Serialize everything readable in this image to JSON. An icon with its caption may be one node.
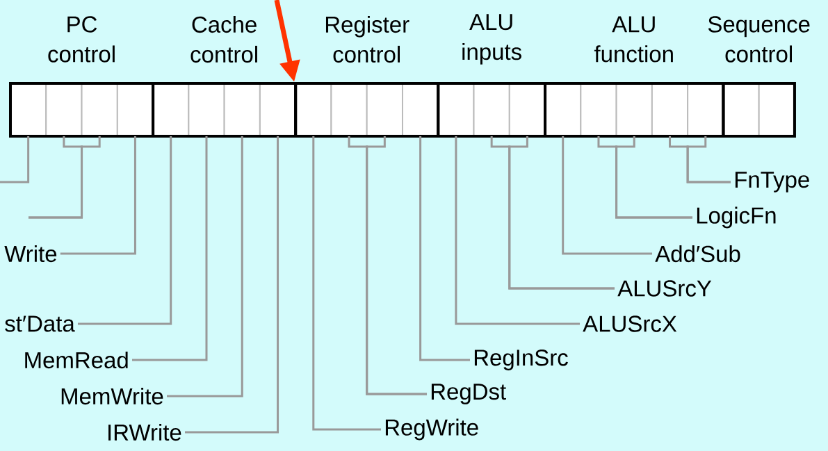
{
  "diagram": {
    "nodes": [
      {
        "text": [
          "PC control"
        ]
      },
      {
        "text": [],
        "shape": "box",
        "in": 0
      },
      {
        "text": [],
        "shape": "box",
        "in": 0
      },
      {
        "text": [],
        "shape": "box",
        "in": 0
      },
      {
        "text": [],
        "shape": "box",
        "in": 0
      },
      {
        "text": [
          "Cache control"
        ]
      },
      {
        "text": [],
        "shape": "box",
        "in": 5
      },
      {
        "text": [],
        "shape": "box",
        "in": 5
      },
      {
        "text": [],
        "shape": "box",
        "in": 5
      },
      {
        "text": [],
        "shape": "box",
        "in": 5
      },
      {
        "text": [
          "Register control"
        ]
      },
      {
        "text": [],
        "shape": "box",
        "in": 10
      },
      {
        "text": [],
        "shape": "box",
        "in": 10
      },
      {
        "text": [],
        "shape": "box",
        "in": 10
      },
      {
        "text": [],
        "shape": "box",
        "in": 10
      },
      {
        "text": [
          "ALU inputs"
        ]
      },
      {
        "text": [],
        "shape": "box",
        "in": 15
      },
      {
        "text": [],
        "shape": "box",
        "in": 15
      },
      {
        "text": [],
        "shape": "box",
        "in": 15
      },
      {
        "text": [
          "ALU function"
        ]
      },
      {
        "text": [],
        "shape": "box",
        "in": 19
      },
      {
        "text": [],
        "shape": "box",
        "in": 19
      },
      {
        "text": [],
        "shape": "box",
        "in": 19
      },
      {
        "text": [],
        "shape": "box",
        "in": 19
      },
      {
        "text": [],
        "shape": "box",
        "in": 19
      },
      {
        "text": [
          "Sequence control"
        ]
      },
      {
        "text": [],
        "shape": "box",
        "in": 25
      },
      {
        "text": [],
        "shape": "box",
        "in": 25
      },
      {
        "text": [
          "FnType"
        ]
      },
      {
        "text": [
          "LogicFn"
        ]
      },
      {
        "text": [
          "Write"
        ]
      },
      {
        "text": [
          "Add′Sub"
        ]
      },
      {
        "text": [
          "ALUSrcY"
        ]
      },
      {
        "text": [
          "st′Data"
        ]
      },
      {
        "text": [
          "ALUSrcX"
        ]
      },
      {
        "text": [
          "MemRead"
        ]
      },
      {
        "text": [
          "RegInSrc"
        ]
      },
      {
        "text": [
          "RegDst"
        ]
      },
      {
        "text": [
          "MemWrite"
        ]
      },
      {
        "text": [
          "RegWrite"
        ]
      },
      {
        "text": [
          "IRWrite"
        ]
      }
    ],
    "edges": [
      {
        "from": null,
        "to": 1,
        "arrow": "none"
      },
      {
        "from": null,
        "to": 2,
        "arrow": "none"
      },
      {
        "from": null,
        "to": 3,
        "arrow": "none"
      },
      {
        "from": 30,
        "to": 4,
        "arrow": "none"
      },
      {
        "from": 33,
        "to": 6,
        "arrow": "none"
      },
      {
        "from": 35,
        "to": 7,
        "arrow": "none"
      },
      {
        "from": 38,
        "to": 8,
        "arrow": "none"
      },
      {
        "from": 40,
        "to": 9,
        "arrow": "none"
      },
      {
        "from": 39,
        "to": 11,
        "arrow": "none"
      },
      {
        "from": 37,
        "to": 12,
        "arrow": "none"
      },
      {
        "from": 37,
        "to": 13,
        "arrow": "none"
      },
      {
        "from": 36,
        "to": 14,
        "arrow": "none"
      },
      {
        "from": 34,
        "to": 16,
        "arrow": "none"
      },
      {
        "from": 32,
        "to": 17,
        "arrow": "none"
      },
      {
        "from": 32,
        "to": 18,
        "arrow": "none"
      },
      {
        "from": 31,
        "to": 20,
        "arrow": "none"
      },
      {
        "from": 29,
        "to": 21,
        "arrow": "none"
      },
      {
        "from": 29,
        "to": 22,
        "arrow": "none"
      },
      {
        "from": 28,
        "to": 23,
        "arrow": "none"
      },
      {
        "from": 28,
        "to": 24,
        "arrow": "none"
      },
      {
        "from": null,
        "to": 10,
        "arrow": "to",
        "style": "thick",
        "color": "#ff3300"
      }
    ]
  }
}
